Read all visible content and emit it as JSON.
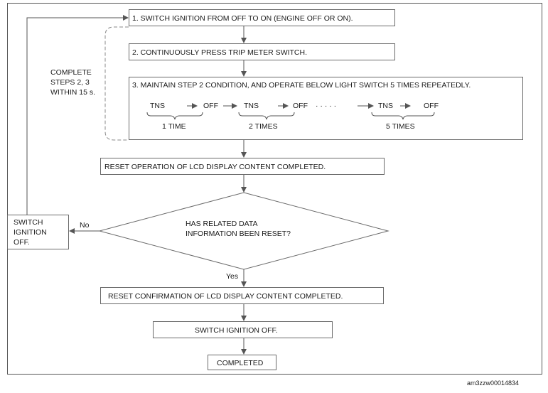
{
  "flowchart": {
    "step1": "1. SWITCH IGNITION FROM OFF TO ON (ENGINE OFF OR ON).",
    "step2": "2. CONTINUOUSLY PRESS TRIP METER SWITCH.",
    "step3": "3. MAINTAIN STEP 2 CONDITION, AND OPERATE BELOW LIGHT SWITCH 5 TIMES REPEATEDLY.",
    "light_sequence": {
      "tns": "TNS",
      "off": "OFF",
      "ellipsis": "· · · · ·",
      "count_1": "1 TIME",
      "count_2": "2 TIMES",
      "count_5": "5 TIMES"
    },
    "complete_note": [
      "COMPLETE",
      "STEPS 2, 3",
      "WITHIN 15 s."
    ],
    "reset_operation": "RESET OPERATION OF LCD DISPLAY CONTENT COMPLETED.",
    "decision": [
      "HAS RELATED DATA",
      "INFORMATION BEEN RESET?"
    ],
    "no_label": "No",
    "yes_label": "Yes",
    "switch_off_left": [
      "SWITCH",
      "IGNITION",
      "OFF."
    ],
    "reset_confirmation": "RESET CONFIRMATION OF LCD DISPLAY CONTENT COMPLETED.",
    "switch_off": "SWITCH IGNITION OFF.",
    "completed": "COMPLETED"
  },
  "figure_id": "am3zzw00014834"
}
